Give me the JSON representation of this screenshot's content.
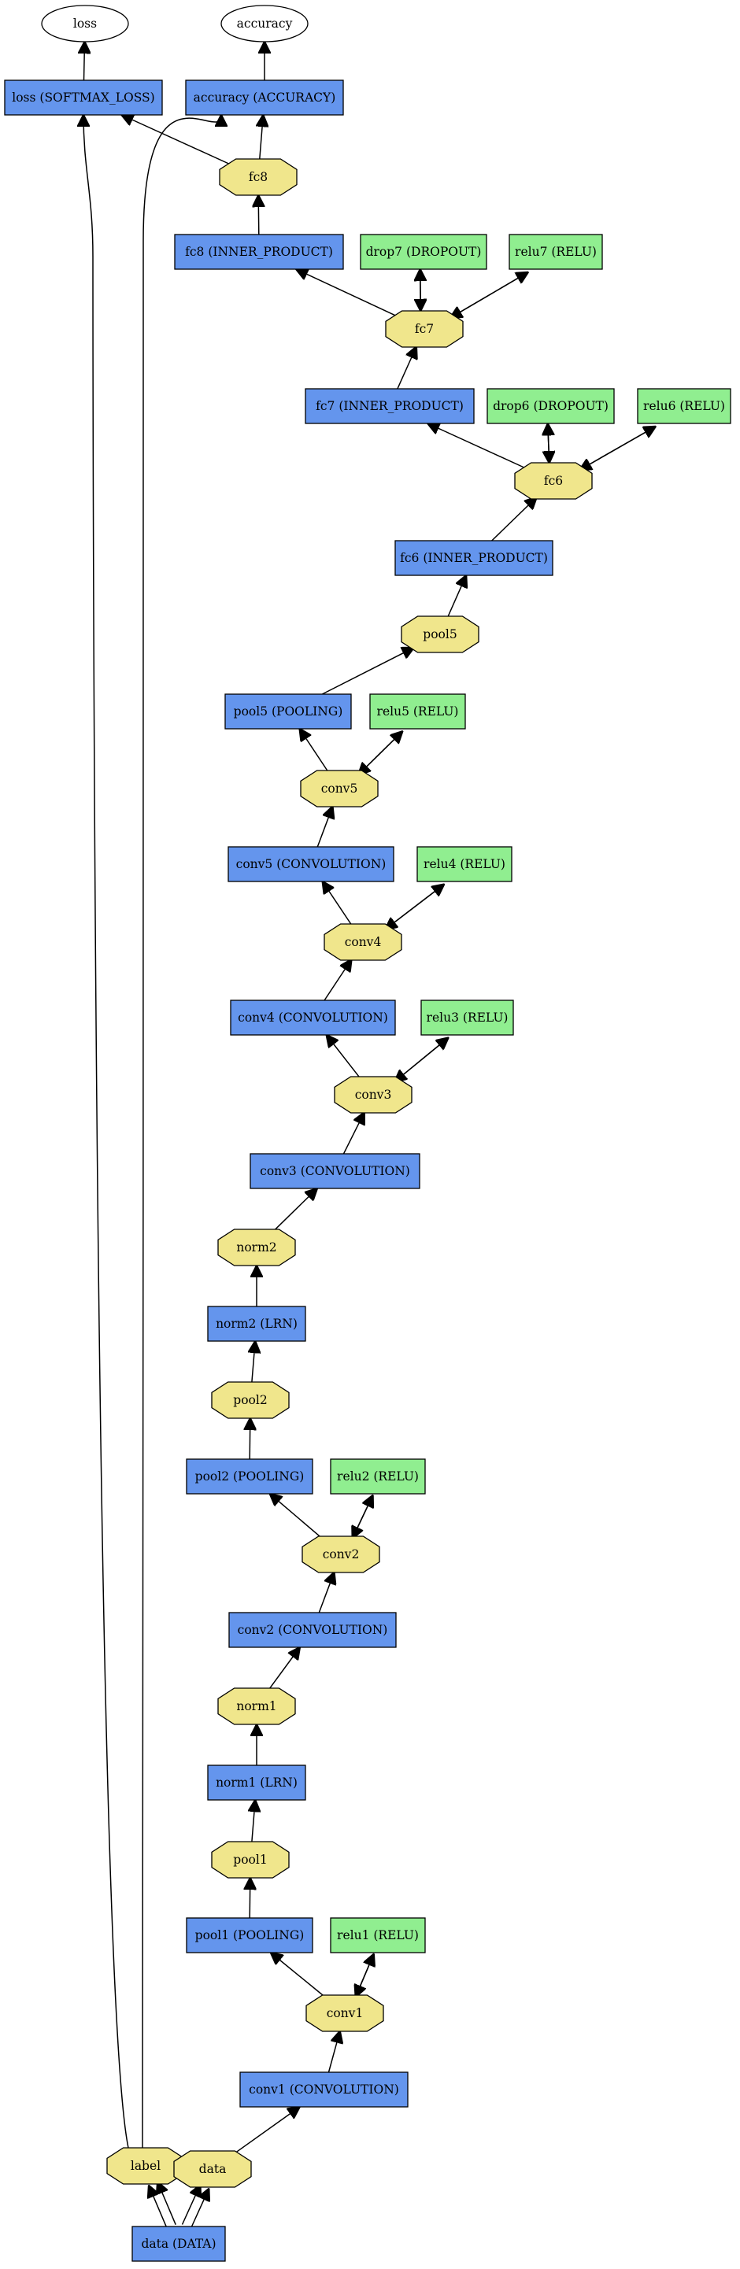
{
  "colors": {
    "layer": "#6495ed",
    "inplace_layer": "#90ee90",
    "blob": "#f0e68c",
    "output": "#ffffff"
  },
  "nodes": [
    {
      "id": "loss_out",
      "label": "loss",
      "kind": "output"
    },
    {
      "id": "acc_out",
      "label": "accuracy",
      "kind": "output"
    },
    {
      "id": "loss_layer",
      "label": "loss (SOFTMAX_LOSS)",
      "kind": "layer"
    },
    {
      "id": "acc_layer",
      "label": "accuracy (ACCURACY)",
      "kind": "layer"
    },
    {
      "id": "fc8_blob",
      "label": "fc8",
      "kind": "blob"
    },
    {
      "id": "fc8_layer",
      "label": "fc8 (INNER_PRODUCT)",
      "kind": "layer"
    },
    {
      "id": "drop7",
      "label": "drop7 (DROPOUT)",
      "kind": "inplace"
    },
    {
      "id": "relu7",
      "label": "relu7 (RELU)",
      "kind": "inplace"
    },
    {
      "id": "fc7_blob",
      "label": "fc7",
      "kind": "blob"
    },
    {
      "id": "fc7_layer",
      "label": "fc7 (INNER_PRODUCT)",
      "kind": "layer"
    },
    {
      "id": "drop6",
      "label": "drop6 (DROPOUT)",
      "kind": "inplace"
    },
    {
      "id": "relu6",
      "label": "relu6 (RELU)",
      "kind": "inplace"
    },
    {
      "id": "fc6_blob",
      "label": "fc6",
      "kind": "blob"
    },
    {
      "id": "fc6_layer",
      "label": "fc6 (INNER_PRODUCT)",
      "kind": "layer"
    },
    {
      "id": "pool5_blob",
      "label": "pool5",
      "kind": "blob"
    },
    {
      "id": "pool5_layer",
      "label": "pool5 (POOLING)",
      "kind": "layer"
    },
    {
      "id": "relu5",
      "label": "relu5 (RELU)",
      "kind": "inplace"
    },
    {
      "id": "conv5_blob",
      "label": "conv5",
      "kind": "blob"
    },
    {
      "id": "conv5_layer",
      "label": "conv5 (CONVOLUTION)",
      "kind": "layer"
    },
    {
      "id": "relu4",
      "label": "relu4 (RELU)",
      "kind": "inplace"
    },
    {
      "id": "conv4_blob",
      "label": "conv4",
      "kind": "blob"
    },
    {
      "id": "conv4_layer",
      "label": "conv4 (CONVOLUTION)",
      "kind": "layer"
    },
    {
      "id": "relu3",
      "label": "relu3 (RELU)",
      "kind": "inplace"
    },
    {
      "id": "conv3_blob",
      "label": "conv3",
      "kind": "blob"
    },
    {
      "id": "conv3_layer",
      "label": "conv3 (CONVOLUTION)",
      "kind": "layer"
    },
    {
      "id": "norm2_blob",
      "label": "norm2",
      "kind": "blob"
    },
    {
      "id": "norm2_layer",
      "label": "norm2 (LRN)",
      "kind": "layer"
    },
    {
      "id": "pool2_blob",
      "label": "pool2",
      "kind": "blob"
    },
    {
      "id": "pool2_layer",
      "label": "pool2 (POOLING)",
      "kind": "layer"
    },
    {
      "id": "relu2",
      "label": "relu2 (RELU)",
      "kind": "inplace"
    },
    {
      "id": "conv2_blob",
      "label": "conv2",
      "kind": "blob"
    },
    {
      "id": "conv2_layer",
      "label": "conv2 (CONVOLUTION)",
      "kind": "layer"
    },
    {
      "id": "norm1_blob",
      "label": "norm1",
      "kind": "blob"
    },
    {
      "id": "norm1_layer",
      "label": "norm1 (LRN)",
      "kind": "layer"
    },
    {
      "id": "pool1_blob",
      "label": "pool1",
      "kind": "blob"
    },
    {
      "id": "pool1_layer",
      "label": "pool1 (POOLING)",
      "kind": "layer"
    },
    {
      "id": "relu1",
      "label": "relu1 (RELU)",
      "kind": "inplace"
    },
    {
      "id": "conv1_blob",
      "label": "conv1",
      "kind": "blob"
    },
    {
      "id": "conv1_layer",
      "label": "conv1 (CONVOLUTION)",
      "kind": "layer"
    },
    {
      "id": "label_blob",
      "label": "label",
      "kind": "blob"
    },
    {
      "id": "data_blob",
      "label": "data",
      "kind": "blob"
    },
    {
      "id": "data_layer",
      "label": "data (DATA)",
      "kind": "layer"
    }
  ],
  "edges": [
    [
      "loss_layer",
      "loss_out"
    ],
    [
      "acc_layer",
      "acc_out"
    ],
    [
      "fc8_blob",
      "loss_layer"
    ],
    [
      "fc8_blob",
      "acc_layer"
    ],
    [
      "fc8_layer",
      "fc8_blob"
    ],
    [
      "fc7_blob",
      "fc8_layer"
    ],
    [
      "fc7_blob",
      "drop7"
    ],
    [
      "drop7",
      "fc7_blob"
    ],
    [
      "fc7_blob",
      "relu7"
    ],
    [
      "relu7",
      "fc7_blob"
    ],
    [
      "fc7_layer",
      "fc7_blob"
    ],
    [
      "fc6_blob",
      "fc7_layer"
    ],
    [
      "fc6_blob",
      "drop6"
    ],
    [
      "drop6",
      "fc6_blob"
    ],
    [
      "fc6_blob",
      "relu6"
    ],
    [
      "relu6",
      "fc6_blob"
    ],
    [
      "fc6_layer",
      "fc6_blob"
    ],
    [
      "pool5_blob",
      "fc6_layer"
    ],
    [
      "pool5_layer",
      "pool5_blob"
    ],
    [
      "conv5_blob",
      "pool5_layer"
    ],
    [
      "conv5_blob",
      "relu5"
    ],
    [
      "relu5",
      "conv5_blob"
    ],
    [
      "conv5_layer",
      "conv5_blob"
    ],
    [
      "conv4_blob",
      "conv5_layer"
    ],
    [
      "conv4_blob",
      "relu4"
    ],
    [
      "relu4",
      "conv4_blob"
    ],
    [
      "conv4_layer",
      "conv4_blob"
    ],
    [
      "conv3_blob",
      "conv4_layer"
    ],
    [
      "conv3_blob",
      "relu3"
    ],
    [
      "relu3",
      "conv3_blob"
    ],
    [
      "conv3_layer",
      "conv3_blob"
    ],
    [
      "norm2_blob",
      "conv3_layer"
    ],
    [
      "norm2_layer",
      "norm2_blob"
    ],
    [
      "pool2_blob",
      "norm2_layer"
    ],
    [
      "pool2_layer",
      "pool2_blob"
    ],
    [
      "conv2_blob",
      "pool2_layer"
    ],
    [
      "conv2_blob",
      "relu2"
    ],
    [
      "relu2",
      "conv2_blob"
    ],
    [
      "conv2_layer",
      "conv2_blob"
    ],
    [
      "norm1_blob",
      "conv2_layer"
    ],
    [
      "norm1_layer",
      "norm1_blob"
    ],
    [
      "pool1_blob",
      "norm1_layer"
    ],
    [
      "pool1_layer",
      "pool1_blob"
    ],
    [
      "conv1_blob",
      "pool1_layer"
    ],
    [
      "conv1_blob",
      "relu1"
    ],
    [
      "relu1",
      "conv1_blob"
    ],
    [
      "conv1_layer",
      "conv1_blob"
    ],
    [
      "data_blob",
      "conv1_layer"
    ],
    [
      "data_layer",
      "data_blob"
    ],
    [
      "data_layer",
      "data_blob"
    ],
    [
      "data_layer",
      "label_blob"
    ],
    [
      "data_layer",
      "label_blob"
    ],
    [
      "label_blob",
      "loss_layer"
    ],
    [
      "label_blob",
      "acc_layer"
    ]
  ]
}
